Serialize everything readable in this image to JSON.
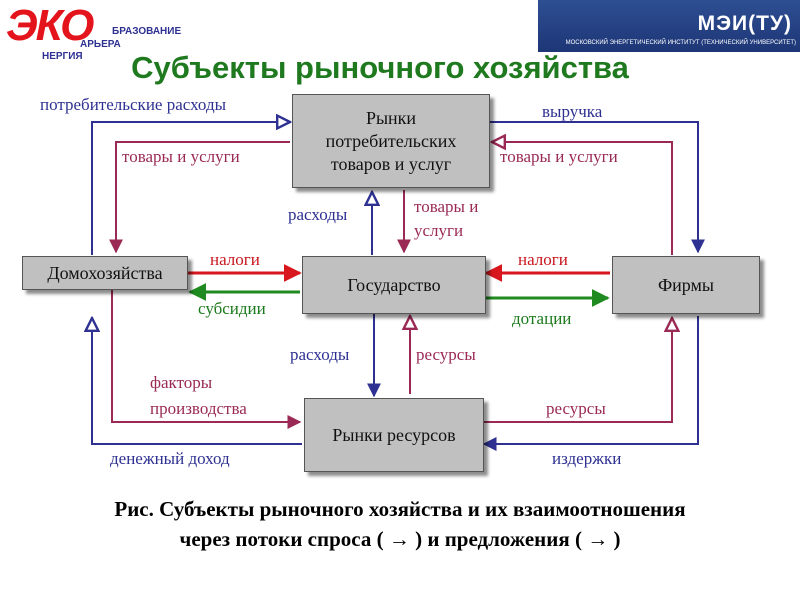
{
  "logo_eko": {
    "mark": "ЭКО",
    "line1": "БРАЗОВАНИЕ",
    "line2": "АРЬЕРА",
    "line3": "НЕРГИЯ"
  },
  "logo_mei": {
    "name": "МЭИ(ТУ)",
    "subtitle": "МОСКОВСКИЙ ЭНЕРГЕТИЧЕСКИЙ ИНСТИТУТ (ТЕХНИЧЕСКИЙ УНИВЕРСИТЕТ)"
  },
  "title": "Субъекты рыночного хозяйства",
  "nodes": {
    "consumer_markets": [
      "Рынки",
      "потребительских",
      "товаров и услуг"
    ],
    "households": "Домохозяйства",
    "government": "Государство",
    "firms": "Фирмы",
    "resource_markets": "Рынки ресурсов"
  },
  "flows": {
    "consumer_spending": "потребительские расходы",
    "revenue": "выручка",
    "goods_left": "товары и услуги",
    "goods_right": "товары и услуги",
    "gov_spending_top": "расходы",
    "gov_goods": [
      "товары и",
      "услуги"
    ],
    "taxes_left": "налоги",
    "taxes_right": "налоги",
    "subsidies": "субсидии",
    "grants": "дотации",
    "gov_spending_bottom": "расходы",
    "gov_resources": "ресурсы",
    "factors": [
      "факторы",
      "производства"
    ],
    "firm_resources": "ресурсы",
    "money_income": "денежный доход",
    "costs": "издержки"
  },
  "colors": {
    "demand": "#2e3192",
    "supply": "#9a2a55",
    "taxes": "#d7161d",
    "subsidies": "#1f8a1f",
    "title": "#1f7a1f",
    "box": "#c0c0c0"
  },
  "caption": {
    "line1": "Рис. Субъекты рыночного хозяйства и их взаимоотношения",
    "line2": "через потоки спроса ( → ) и предложения  ( → )"
  }
}
